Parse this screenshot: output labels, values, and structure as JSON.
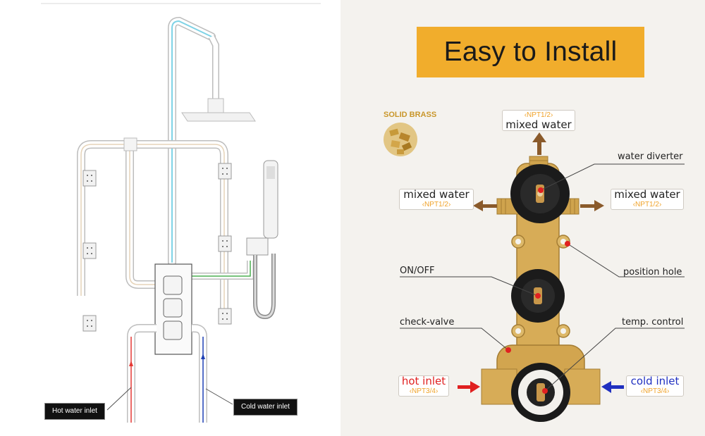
{
  "left_diagram": {
    "hot_inlet_label": "Hot water inlet",
    "cold_inlet_label": "Cold water inlet"
  },
  "right_diagram": {
    "banner_title": "Easy to Install",
    "solid_brass_label": "SOLID BRASS",
    "top_port": {
      "label": "mixed water",
      "thread": "‹NPT1/2›"
    },
    "left_port": {
      "label": "mixed water",
      "thread": "‹NPT1/2›"
    },
    "right_port": {
      "label": "mixed water",
      "thread": "‹NPT1/2›"
    },
    "hot_inlet": {
      "label": "hot inlet",
      "thread": "‹NPT3/4›"
    },
    "cold_inlet": {
      "label": "cold inlet",
      "thread": "‹NPT3/4›"
    },
    "callouts": {
      "water_diverter": "water diverter",
      "position_hole": "position hole",
      "on_off": "ON/OFF",
      "check_valve": "check-valve",
      "temp_control": "temp. control"
    },
    "colors": {
      "banner": "#f1ad2c",
      "brass": "#d7ac57",
      "thread_text": "#f0a32a",
      "callout_dot": "#e02020",
      "hot_arrow": "#e02020",
      "cold_arrow": "#2030c0",
      "port_arrow": "#8a5a2b"
    }
  }
}
